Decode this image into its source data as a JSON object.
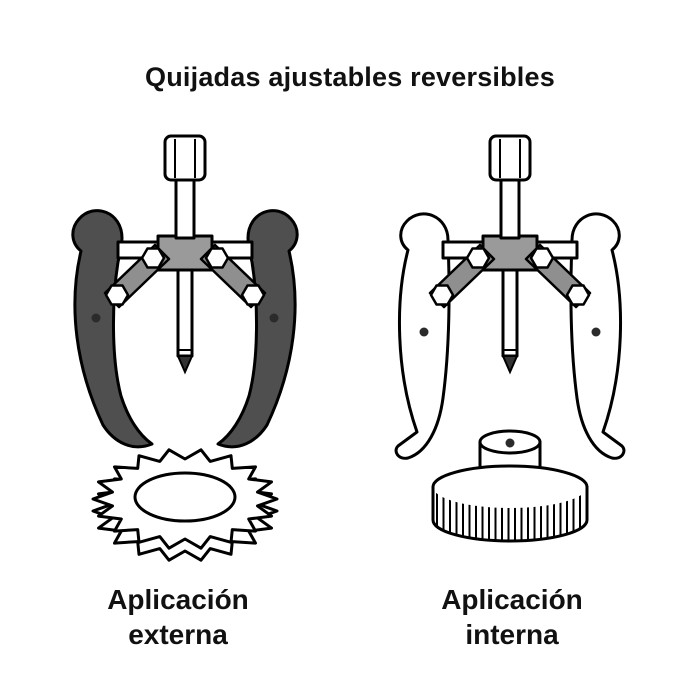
{
  "title": "Quijadas ajustables reversibles",
  "figures": {
    "external": {
      "caption": "Aplicación\nexterna",
      "illustration": "three-jaw-puller-gripping-gear-externally"
    },
    "internal": {
      "caption": "Aplicación\ninterna",
      "illustration": "three-jaw-puller-expanded-inside-knurled-bearing"
    }
  },
  "colors": {
    "background": "#ffffff",
    "line": "#000000",
    "jaw_dark": "#4f4f4f",
    "metal_gray": "#8f8f8f",
    "hub_gray": "#9a9a9a"
  }
}
